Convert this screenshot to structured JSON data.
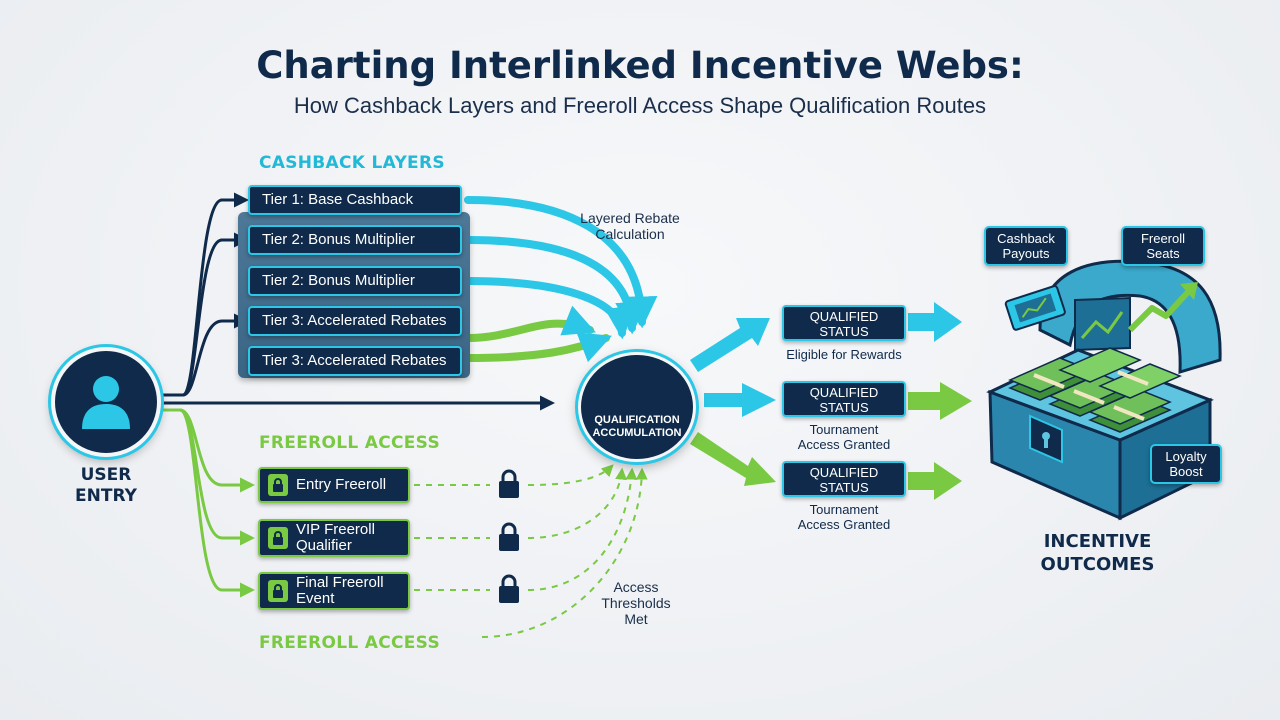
{
  "title": "Charting Interlinked Incentive Webs:",
  "subtitle": "How Cashback Layers and Freeroll Access Shape Qualification Routes",
  "cashback": {
    "heading": "CASHBACK LAYERS",
    "tiers": [
      "Tier 1: Base Cashback",
      "Tier 2: Bonus Multiplier",
      "Tier 2: Bonus Multiplier",
      "Tier 3: Accelerated Rebates",
      "Tier 3: Accelerated Rebates"
    ],
    "note": "Layered Rebate\nCalculation"
  },
  "freeroll": {
    "heading": "FREEROLL ACCESS",
    "heading_bottom": "FREEROLL ACCESS",
    "items": [
      "Entry Freeroll",
      "VIP Freeroll\nQualifier",
      "Final Freeroll\nEvent"
    ],
    "note": "Access\nThresholds\nMet"
  },
  "user": {
    "label": "USER\nENTRY",
    "icon": "user-icon"
  },
  "hub": {
    "label": "QUALIFICATION\nACCUMULATION",
    "icon": "growth-chart-icon"
  },
  "statuses": [
    {
      "label": "QUALIFIED\nSTATUS",
      "caption": "Eligible for Rewards"
    },
    {
      "label": "QUALIFIED\nSTATUS",
      "caption": "Tournament\nAccess Granted"
    },
    {
      "label": "QUALIFIED\nSTATUS",
      "caption": "Tournament\nAccess Granted"
    }
  ],
  "outcomes": {
    "label": "INCENTIVE\nOUTCOMES",
    "callouts": [
      "Cashback\nPayouts",
      "Freeroll\nSeats",
      "Loyalty\nBoost"
    ],
    "icon": "treasure-chest-icon"
  },
  "colors": {
    "navy": "#0f2a4a",
    "cyan": "#2cc7e6",
    "green": "#7ac943",
    "panel": "#3b6585"
  }
}
